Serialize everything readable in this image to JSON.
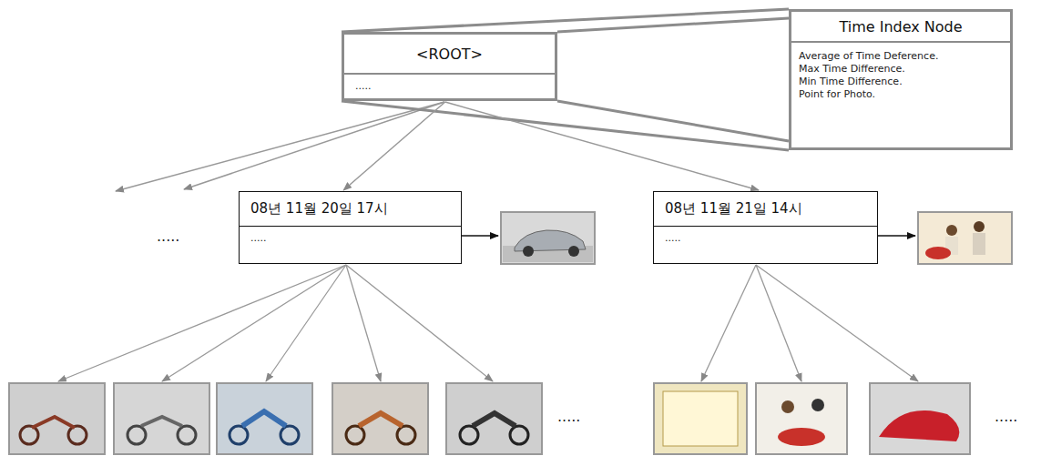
{
  "diagram": {
    "nodes": [
      {
        "text": [
          "<ROOT>",
          "....."
        ]
      },
      {
        "text": [
          "Time Index Node",
          "Average of Time Deference.",
          "Max Time Difference.",
          "Min Time Difference.",
          "Point for Photo."
        ]
      },
      {
        "text": [
          "08년 11월 20일 17시",
          "....."
        ]
      },
      {
        "text": [
          "08년 11월 21일 14시",
          "....."
        ]
      }
    ],
    "edges": [
      {
        "from": 0,
        "to": 1,
        "arrow": "none"
      },
      {
        "from": 0,
        "to": 2,
        "arrow": "to"
      },
      {
        "from": 0,
        "to": 3,
        "arrow": "to"
      }
    ],
    "labels": [
      ".....",
      ".....",
      "....."
    ]
  }
}
